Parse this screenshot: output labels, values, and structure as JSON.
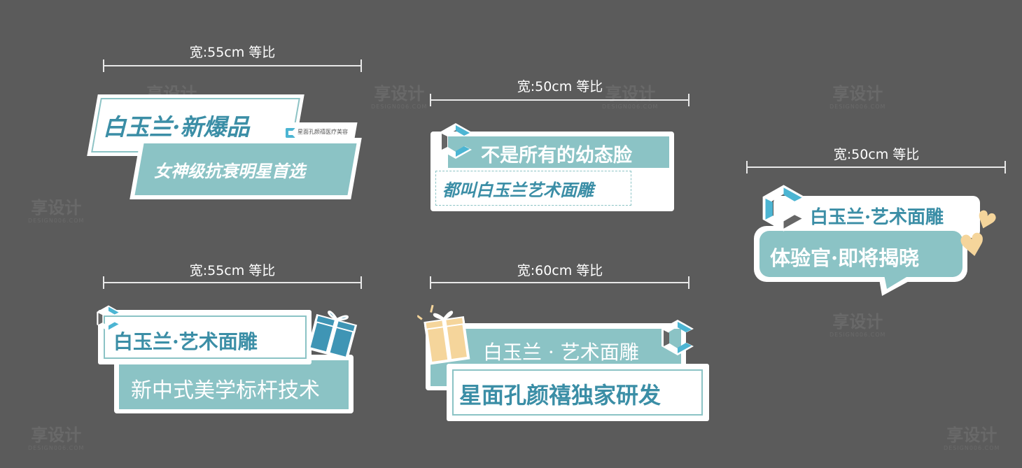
{
  "colors": {
    "background": "#5b5b5b",
    "teal": "#8bc3c5",
    "teal_text": "#3b8ea6",
    "gold": "#f5d59b",
    "logo_blue": "#4cb5d3"
  },
  "watermark": {
    "text": "享设计",
    "sub": "DESIGN006.COM"
  },
  "dimensions": [
    {
      "label": "宽:55cm 等比"
    },
    {
      "label": "宽:50cm 等比"
    },
    {
      "label": "宽:50cm 等比"
    },
    {
      "label": "宽:55cm 等比"
    },
    {
      "label": "宽:60cm 等比"
    }
  ],
  "signs": [
    {
      "line1": "白玉兰·新爆品",
      "line2": "女神级抗衰明星首选",
      "logo_text": "星面孔颜禧医疗美容"
    },
    {
      "line1": "不是所有的幼态脸",
      "line2": "都叫白玉兰艺术面雕"
    },
    {
      "line1": "白玉兰·艺术面雕",
      "line2": "体验官·即将揭晓"
    },
    {
      "line1": "白玉兰·艺术面雕",
      "line2": "新中式美学标杆技术"
    },
    {
      "line1": "白玉兰 · 艺术面雕",
      "line2": "星面孔颜禧独家研发"
    }
  ]
}
